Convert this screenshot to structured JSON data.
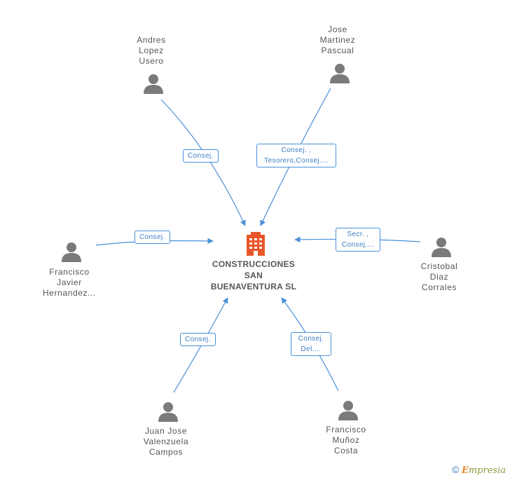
{
  "company": {
    "name_lines": [
      "CONSTRUCCIONES",
      "SAN",
      "BUENAVENTURA SL"
    ],
    "icon": "building-icon",
    "color": "#e8562a"
  },
  "people": [
    {
      "id": "andres",
      "name_lines": [
        "Andres",
        "Lopez",
        "Usero"
      ],
      "role_lines": [
        "Consej."
      ]
    },
    {
      "id": "jose",
      "name_lines": [
        "Jose",
        "Martinez",
        "Pascual"
      ],
      "role_lines": [
        "Consej. ,",
        "Tesorero,Consej...."
      ]
    },
    {
      "id": "francisco-javier",
      "name_lines": [
        "Francisco",
        "Javier",
        "Hernandez..."
      ],
      "role_lines": [
        "Consej."
      ]
    },
    {
      "id": "cristobal",
      "name_lines": [
        "Cristobal",
        "Diaz",
        "Corrales"
      ],
      "role_lines": [
        "Secr. ,",
        "Consej...."
      ]
    },
    {
      "id": "juan-jose",
      "name_lines": [
        "Juan Jose",
        "Valenzuela",
        "Campos"
      ],
      "role_lines": [
        "Consej."
      ]
    },
    {
      "id": "francisco-munoz",
      "name_lines": [
        "Francisco",
        "Muñoz",
        "Costa"
      ],
      "role_lines": [
        "Consej.",
        "Del...."
      ]
    }
  ],
  "footer": {
    "copyright_symbol": "©",
    "brand_initial": "E",
    "brand_rest": "mpresia"
  },
  "colors": {
    "edge": "#4a90d9",
    "person_icon": "#7a7a7a",
    "text": "#555555"
  }
}
